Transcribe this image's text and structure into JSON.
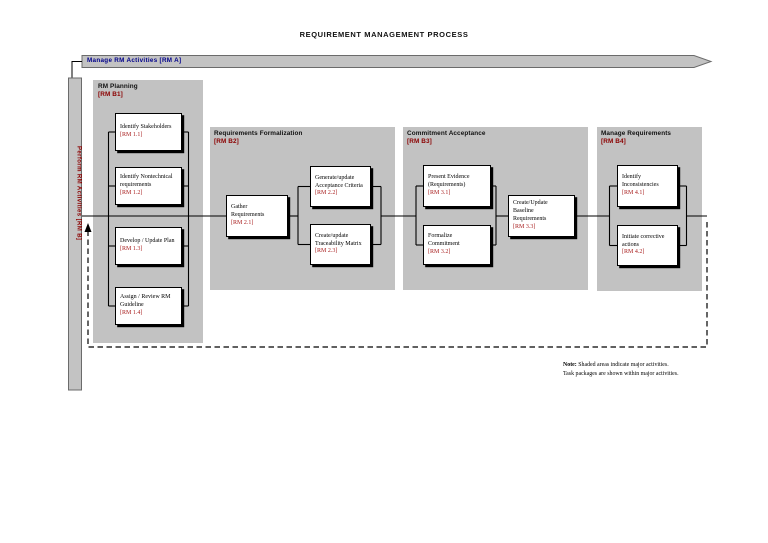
{
  "title": "REQUIREMENT MANAGEMENT PROCESS",
  "top_bar": {
    "label": "Manage RM Activities [RM A]"
  },
  "side_bar": {
    "label": "Perform RM Activities [RM B]"
  },
  "areas": [
    {
      "title": "RM Planning",
      "code": "[RM B1]",
      "boxes": [
        {
          "title": "Identify Stakeholders",
          "code": "[RM 1.1]"
        },
        {
          "title": "Identify Nontechnical requirements",
          "code": "[RM 1.2]"
        },
        {
          "title": "Develop / Update Plan",
          "code": "[RM 1.3]"
        },
        {
          "title": "Assign / Review RM Guideline",
          "code": "[RM 1.4]"
        }
      ]
    },
    {
      "title": "Requirements Formalization",
      "code": "[RM B2]",
      "boxes": [
        {
          "title": "Gather Requirements",
          "code": "[RM 2.1]"
        },
        {
          "title": "Generate/update Acceptance Criteria",
          "code": "[RM 2.2]"
        },
        {
          "title": "Create/update Traceability Matrix",
          "code": "[RM 2.3]"
        }
      ]
    },
    {
      "title": "Commitment Acceptance",
      "code": "[RM B3]",
      "boxes": [
        {
          "title": "Present Evidence (Requirements)",
          "code": "[RM 3.1]"
        },
        {
          "title": "Formalize Commitment",
          "code": "[RM 3.2]"
        },
        {
          "title": "Create/Update Baseline Requirements",
          "code": "[RM 3.3]"
        }
      ]
    },
    {
      "title": "Manage Requirements",
      "code": "[RM B4]",
      "boxes": [
        {
          "title": "Identify Inconsistencies",
          "code": "[RM 4.1]"
        },
        {
          "title": "Initiate corrective actions",
          "code": "[RM 4.2]"
        }
      ]
    }
  ],
  "note": {
    "label": "Note:",
    "line1": "Shaded areas indicate major activities.",
    "line2": "Task packages are shown within major activities."
  },
  "colors": {
    "area_bg": "#c2c2c2",
    "bar_bg": "#c3c3c3",
    "bar_border": "#6b6b6b",
    "top_bar_text": "#00008b",
    "side_bar_text": "#8b0000",
    "area_code_text": "#8b0000",
    "box_code_text": "#a81e1e",
    "line": "#000000",
    "box_shadow": "#000000"
  }
}
